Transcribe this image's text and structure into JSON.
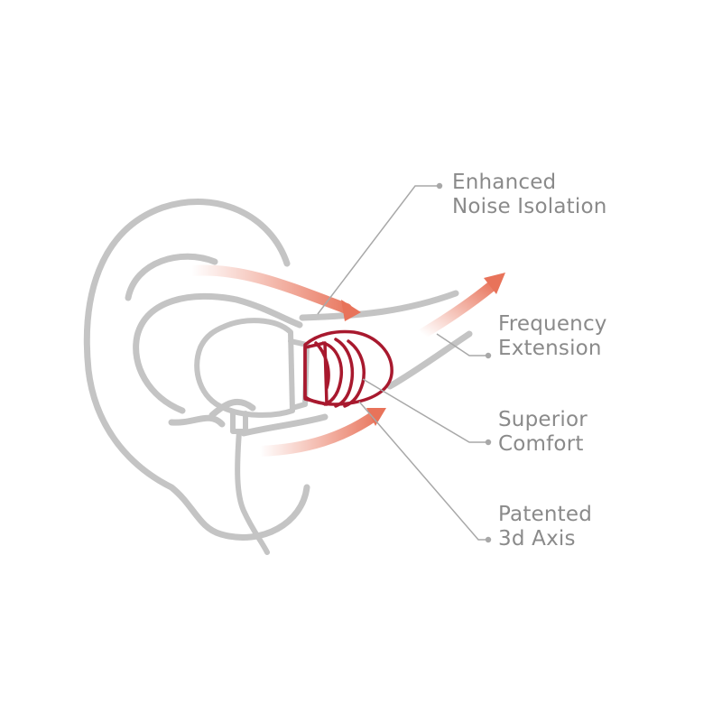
{
  "colors": {
    "outline": "#c4c4c4",
    "leader": "#a8a8a8",
    "text": "#8a8a8a",
    "eartip": "#a8192e",
    "arrow": "#e8735a"
  },
  "callouts": {
    "noise_isolation": {
      "line1": "Enhanced",
      "line2": "Noise Isolation"
    },
    "frequency_extension": {
      "line1": "Frequency",
      "line2": "Extension"
    },
    "superior_comfort": {
      "line1": "Superior",
      "line2": "Comfort"
    },
    "patented_axis": {
      "line1": "Patented",
      "line2": "3d Axis"
    }
  }
}
